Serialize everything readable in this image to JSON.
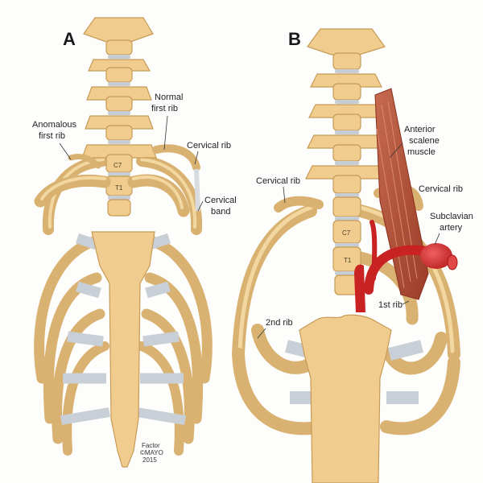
{
  "panels": [
    {
      "id": "A",
      "letter": "A",
      "labels": {
        "anomalous_first_rib": [
          "Anomalous",
          "first rib"
        ],
        "normal_first_rib": [
          "Normal",
          "first rib"
        ],
        "cervical_rib": "Cervical rib",
        "cervical_band": [
          "Cervical",
          "band"
        ],
        "c7": "C7",
        "t1": "T1"
      },
      "credit": [
        "Factor",
        "©MAYO",
        "2015"
      ]
    },
    {
      "id": "B",
      "letter": "B",
      "labels": {
        "cervical_rib_left": "Cervical rib",
        "anterior_scalene_muscle": [
          "Anterior",
          "scalene",
          "muscle"
        ],
        "cervical_rib_right": "Cervical rib",
        "subclavian_artery": [
          "Subclavian",
          "artery"
        ],
        "c7": "C7",
        "t1": "T1",
        "first_rib": "1st rib",
        "second_rib": "2nd rib"
      }
    }
  ],
  "colors": {
    "bone": "#f0cd8e",
    "cartilage": "#c9cfd6",
    "muscle": "#b5553d",
    "artery": "#d42a2a"
  }
}
